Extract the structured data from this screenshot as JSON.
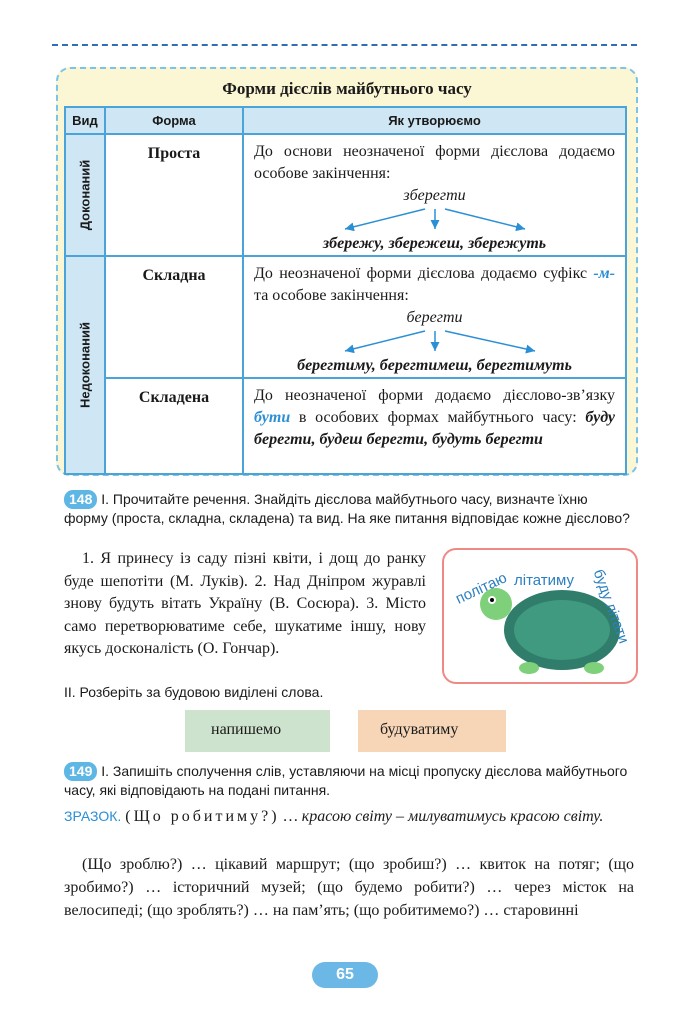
{
  "rule": {
    "title": "Форми дієслів майбутнього часу",
    "headers": [
      "Вид",
      "Форма",
      "Як утворюємо"
    ],
    "vid_perfective": "Доконаний",
    "vid_imperfective": "Недоконаний",
    "row1": {
      "forma": "Проста",
      "text": "До основи неозначеної форми дієслова додаємо особове закінчення:",
      "root": "зберегти",
      "examples": "збережу, збережеш, збережуть"
    },
    "row2": {
      "forma": "Складна",
      "text_a": "До неозначеної форми дієслова додаємо суфікс",
      "suffix": "-м-",
      "text_b": "та особове закінчення:",
      "root": "берегти",
      "examples": "берегтиму, берегтимеш, берегтимуть"
    },
    "row3": {
      "forma": "Складена",
      "text_a": "До неозначеної форми додаємо дієслово-зв’язку",
      "buty": "бути",
      "text_b": "в особових формах майбутнього часу:",
      "examples": "буду берегти, будеш берегти, будуть берегти"
    }
  },
  "task148": {
    "number": "148",
    "instruction": "I. Прочитайте речення. Знайдіть дієслова майбутнього часу, визначте їхню форму (проста, складна, складена) та вид. На яке питання відповідає кожне дієслово?",
    "sentences": "1. Я принесу із саду пізні квіти, і дощ до ранку буде шепотіти (М. Луків). 2. Над Дніпром журавлі знову будуть вітать Україну (В. Сосюра). 3. Місто само перетворюватиме себе, шукатиме іншу, нову якусь досконалість (О. Гончар).",
    "sub": "II. Розберіть за будовою виділені слова.",
    "word1": "напишемо",
    "word2": "будуватиму",
    "turtle_words": [
      "політаю",
      "літатиму",
      "буду літати"
    ]
  },
  "task149": {
    "number": "149",
    "instruction": "I. Запишіть сполучення слів, уставляючи на місці пропуску дієслова майбутнього часу, які відповідають на подані питання.",
    "zrazok_label": "ЗРАЗОК.",
    "zrazok_q": "(Що робитиму?)",
    "zrazok_text": "… красою світу – милуватимусь красою світу.",
    "exercise": "(Що зроблю?) … цікавий маршрут; (що зробиш?) … квиток на потяг; (що зробимо?) … історичний музей; (що будемо робити?) … через місток на велосипеді; (що зроблять?) … на пам’ять; (що робитимемо?) … старовинні"
  },
  "page_number": "65"
}
